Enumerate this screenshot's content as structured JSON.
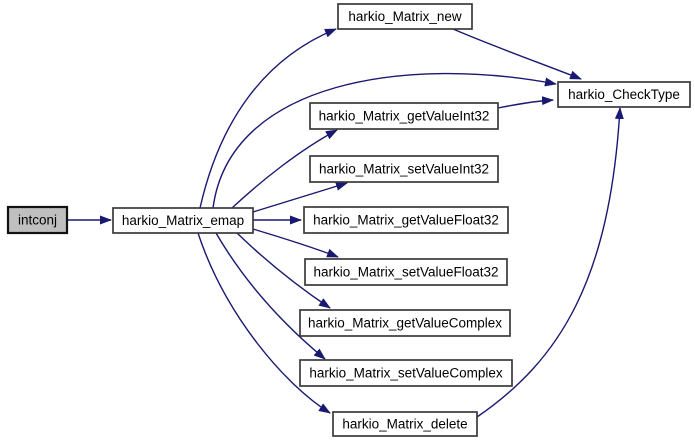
{
  "graph": {
    "kind": "call-graph",
    "colors": {
      "background": "#ffffff",
      "edge": "#191970",
      "node_fill": "#ffffff",
      "node_border": "#3a3a3a",
      "focus_node_fill": "#bfbfbf",
      "text": "#000000"
    },
    "nodes": [
      {
        "id": "intconj",
        "label": "intconj",
        "role": "focus"
      },
      {
        "id": "harkio_Matrix_emap",
        "label": "harkio_Matrix_emap",
        "role": "function"
      },
      {
        "id": "harkio_Matrix_new",
        "label": "harkio_Matrix_new",
        "role": "function"
      },
      {
        "id": "harkio_CheckType",
        "label": "harkio_CheckType",
        "role": "function"
      },
      {
        "id": "harkio_Matrix_getValueInt32",
        "label": "harkio_Matrix_getValueInt32",
        "role": "function"
      },
      {
        "id": "harkio_Matrix_setValueInt32",
        "label": "harkio_Matrix_setValueInt32",
        "role": "function"
      },
      {
        "id": "harkio_Matrix_getValueFloat32",
        "label": "harkio_Matrix_getValueFloat32",
        "role": "function"
      },
      {
        "id": "harkio_Matrix_setValueFloat32",
        "label": "harkio_Matrix_setValueFloat32",
        "role": "function"
      },
      {
        "id": "harkio_Matrix_getValueComplex",
        "label": "harkio_Matrix_getValueComplex",
        "role": "function"
      },
      {
        "id": "harkio_Matrix_setValueComplex",
        "label": "harkio_Matrix_setValueComplex",
        "role": "function"
      },
      {
        "id": "harkio_Matrix_delete",
        "label": "harkio_Matrix_delete",
        "role": "function"
      }
    ],
    "edges": [
      {
        "from": "intconj",
        "to": "harkio_Matrix_emap"
      },
      {
        "from": "harkio_Matrix_emap",
        "to": "harkio_Matrix_new"
      },
      {
        "from": "harkio_Matrix_emap",
        "to": "harkio_CheckType"
      },
      {
        "from": "harkio_Matrix_emap",
        "to": "harkio_Matrix_getValueInt32"
      },
      {
        "from": "harkio_Matrix_emap",
        "to": "harkio_Matrix_setValueInt32"
      },
      {
        "from": "harkio_Matrix_emap",
        "to": "harkio_Matrix_getValueFloat32"
      },
      {
        "from": "harkio_Matrix_emap",
        "to": "harkio_Matrix_setValueFloat32"
      },
      {
        "from": "harkio_Matrix_emap",
        "to": "harkio_Matrix_getValueComplex"
      },
      {
        "from": "harkio_Matrix_emap",
        "to": "harkio_Matrix_setValueComplex"
      },
      {
        "from": "harkio_Matrix_emap",
        "to": "harkio_Matrix_delete"
      },
      {
        "from": "harkio_Matrix_new",
        "to": "harkio_CheckType"
      },
      {
        "from": "harkio_Matrix_getValueInt32",
        "to": "harkio_CheckType"
      },
      {
        "from": "harkio_Matrix_delete",
        "to": "harkio_CheckType"
      }
    ]
  }
}
